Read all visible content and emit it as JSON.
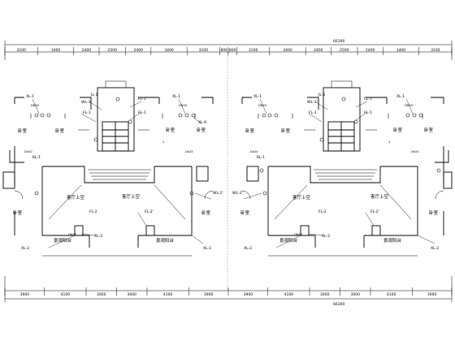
{
  "drawing": {
    "total_dim_top": "66300",
    "total_dim_bottom": "66300",
    "top_dims": [
      "3100",
      "3400",
      "2400",
      "2500",
      "2400",
      "3400",
      "3100",
      "800",
      "800",
      "3100",
      "3400",
      "2400",
      "2500",
      "2400",
      "3400",
      "3100"
    ],
    "bottom_dims": [
      "3900",
      "4100",
      "3000",
      "3000",
      "4100",
      "3900",
      "3900",
      "4100",
      "3000",
      "3000",
      "4100",
      "3900"
    ],
    "rooms": {
      "bedroom": "卧室",
      "living_void": "客厅上空",
      "balcony": "景观阳台"
    },
    "tags": {
      "xl1": "XL-1",
      "xl2": "XL-2",
      "xl6": "XL-6",
      "wl1": "WL-1'",
      "wl2": "WL-2'",
      "jl1": "JL-1",
      "fl1": "FL-1",
      "fl1p": "FL-1'",
      "fl2": "FL-2",
      "fl2p": "FL-2'",
      "kl1": "KL-1"
    },
    "small": {
      "dn": "DN50",
      "dn20": "De20",
      "dn25": "De25",
      "label_a": "2",
      "label_b": "3"
    }
  }
}
